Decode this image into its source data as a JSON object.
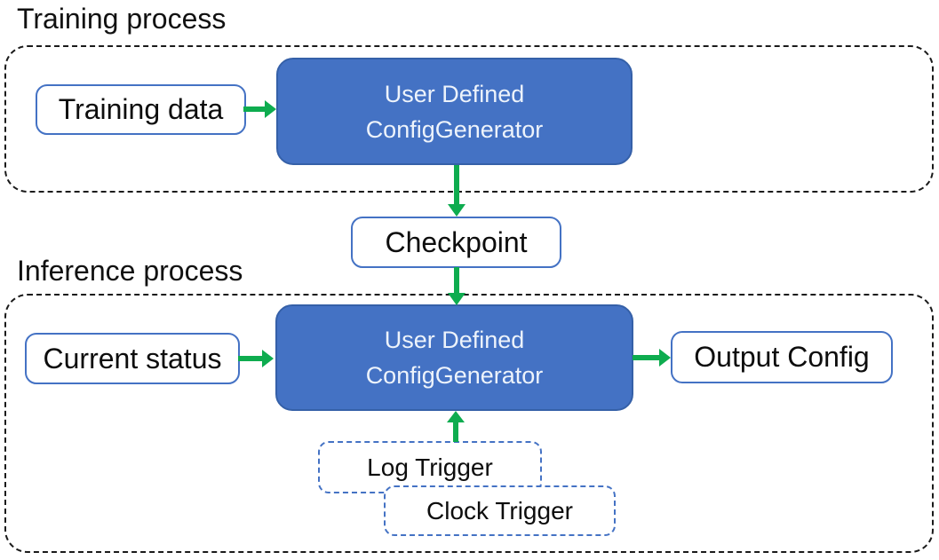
{
  "colors": {
    "accent_blue": "#4472C4",
    "accent_blue_dark": "#3560A8",
    "arrow_green": "#0EAC4F",
    "container_dash": "#1a1a1a",
    "text_dark": "#0d0d0d",
    "text_light": "#EDF3FB"
  },
  "sections": {
    "training": {
      "title": "Training process",
      "nodes": {
        "training_data": "Training data",
        "generator": {
          "line1": "User Defined",
          "line2": "ConfigGenerator"
        }
      }
    },
    "checkpoint": "Checkpoint",
    "inference": {
      "title": "Inference process",
      "nodes": {
        "current_status": "Current status",
        "generator": {
          "line1": "User Defined",
          "line2": "ConfigGenerator"
        },
        "output_config": "Output Config",
        "log_trigger": "Log Trigger",
        "clock_trigger": "Clock Trigger"
      }
    }
  }
}
